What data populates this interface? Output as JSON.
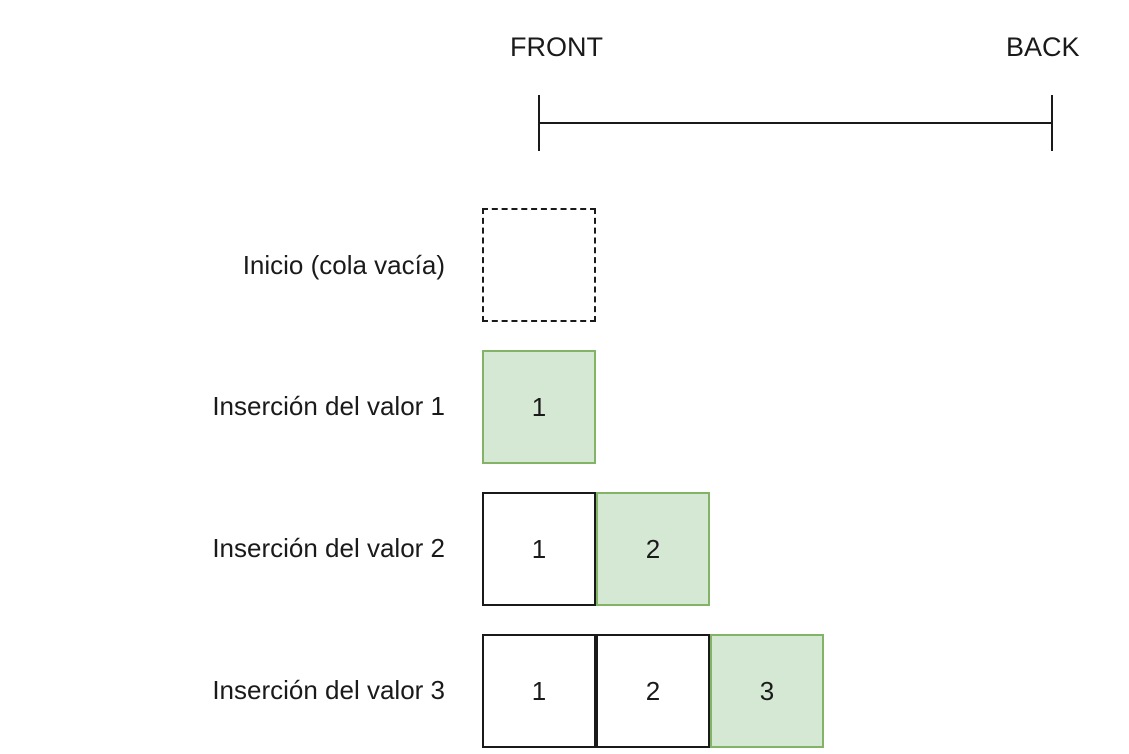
{
  "axis": {
    "front": "FRONT",
    "back": "BACK"
  },
  "rows": [
    {
      "label": "Inicio (cola vacía)",
      "cells": []
    },
    {
      "label": "Inserción del valor 1",
      "cells": [
        "1"
      ]
    },
    {
      "label": "Inserción del valor 2",
      "cells": [
        "1",
        "2"
      ]
    },
    {
      "label": "Inserción del valor 3",
      "cells": [
        "1",
        "2",
        "3"
      ]
    }
  ],
  "colors": {
    "new_fill": "#d5e8d4",
    "new_border": "#82b366",
    "line": "#1a1a1a"
  }
}
